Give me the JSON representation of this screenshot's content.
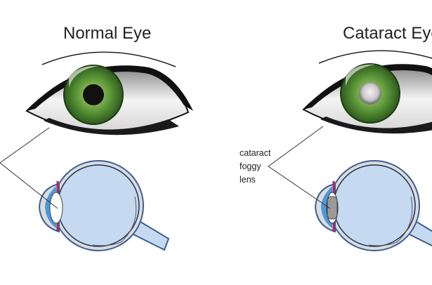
{
  "titles": {
    "normal": "Normal Eye",
    "cataract": "Cataract Eye"
  },
  "cataract_label": [
    "cataract",
    "foggy",
    "lens"
  ],
  "colors": {
    "iris": "#5f9a3a",
    "eyeball_fill": "#c5daf0",
    "eyeball_outline": "#3a5f95",
    "cornea": "#4a98dc",
    "iris_section": "#b0245a",
    "cloudy_lens": "#9a9a9a"
  }
}
